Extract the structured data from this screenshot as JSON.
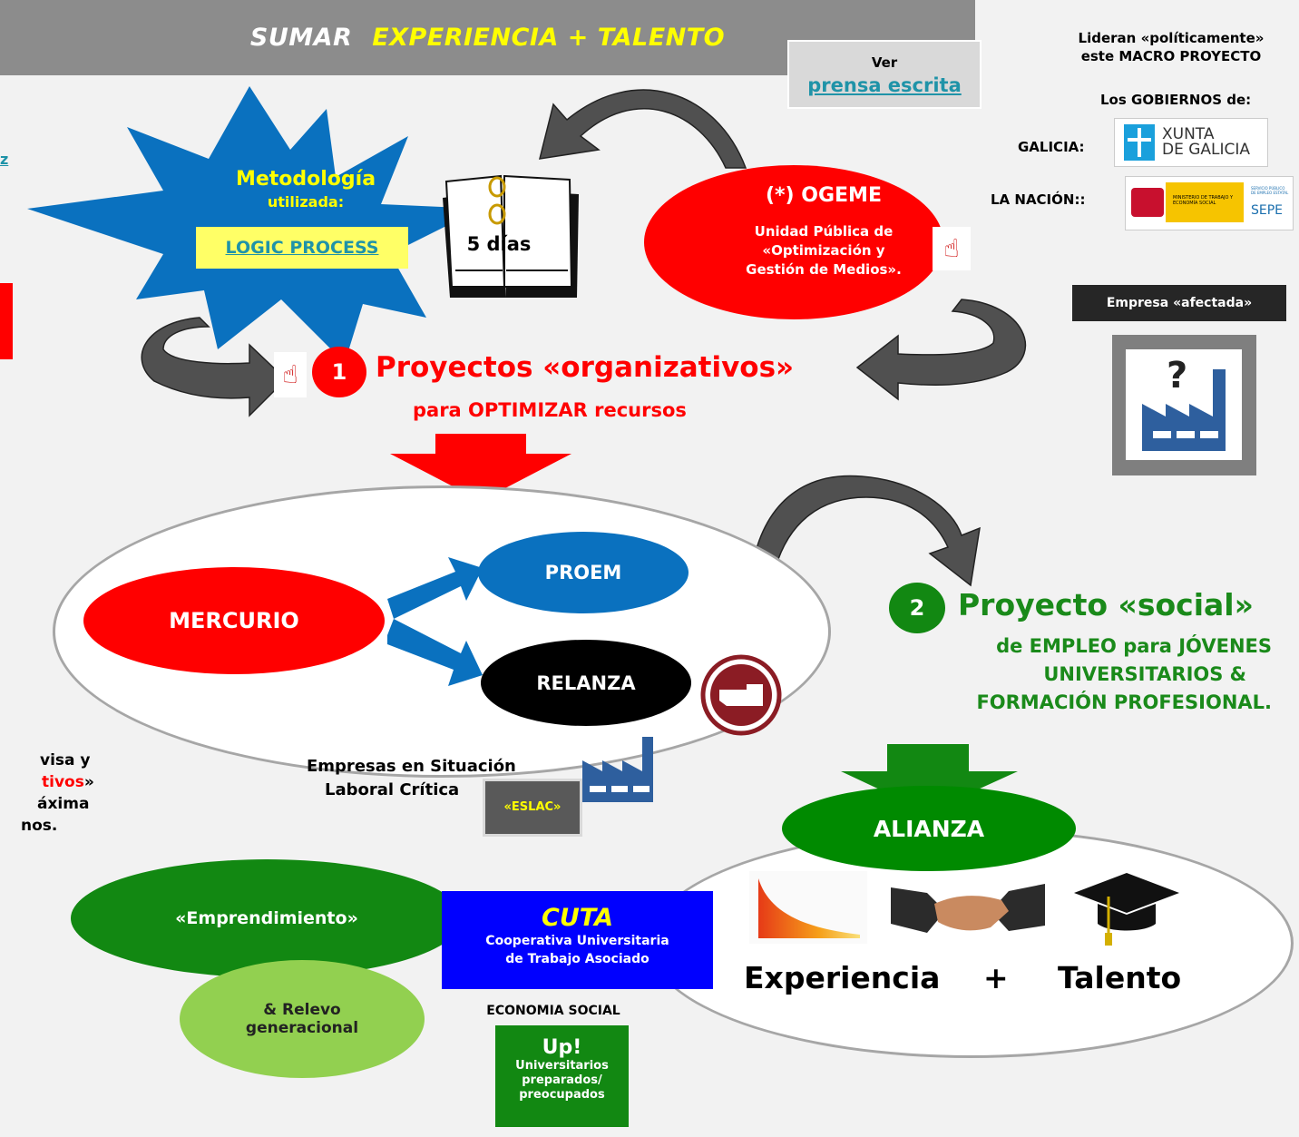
{
  "banner": {
    "part1": "SUMAR",
    "part2": "EXPERIENCIA + TALENTO"
  },
  "prensa": {
    "ver": "Ver",
    "link": "prensa escrita"
  },
  "leaders": {
    "line1": "Lideran «políticamente»",
    "line2": "este MACRO PROYECTO",
    "gobiernos": "Los GOBIERNOS de:",
    "galicia_label": "GALICIA:",
    "xunta_line1": "XUNTA",
    "xunta_line2": "DE GALICIA",
    "nacion_label": "LA NACIÓN::",
    "ministerio_text": "MINISTERIO DE TRABAJO Y ECONOMÍA SOCIAL",
    "sepe_small": "SERVICIO PÚBLICO DE EMPLEO ESTATAL",
    "sepe": "SEPE"
  },
  "metodologia": {
    "title": "Metodología",
    "sub": "utilizada:",
    "link": "LOGIC PROCESS"
  },
  "book": {
    "label": "5 días"
  },
  "ogeme": {
    "title": "(*) OGEME",
    "line1": "Unidad Pública de",
    "line2": "«Optimización y",
    "line3": "Gestión de Medios»."
  },
  "empresa_afectada": {
    "label": "Empresa «afectada»",
    "question": "?"
  },
  "step1": {
    "num": "1",
    "title": "Proyectos «organizativos»",
    "sub": "para OPTIMIZAR recursos"
  },
  "mercurio": {
    "label": "MERCURIO"
  },
  "proem": {
    "label": "PROEM"
  },
  "relanza": {
    "label": "RELANZA"
  },
  "eslac": {
    "line1": "Empresas en Situación",
    "line2": "Laboral Crítica",
    "badge": "«ESLAC»"
  },
  "left_fragment": {
    "line1": "visa  y",
    "line2_red": "tivos",
    "line2_end": "»",
    "line3": "áxima",
    "line4": "nos."
  },
  "step2": {
    "num": "2",
    "title": "Proyecto «social»",
    "line1": "de EMPLEO para JÓVENES",
    "line2": "UNIVERSITARIOS &",
    "line3": "FORMACIÓN PROFESIONAL."
  },
  "alianza": {
    "label": "ALIANZA",
    "experiencia": "Experiencia",
    "plus": "+",
    "talento": "Talento"
  },
  "emprendimiento": {
    "label": "«Emprendimiento»"
  },
  "relevo": {
    "line1_amp": "&",
    "line1": "Relevo",
    "line2": "generacional"
  },
  "cuta": {
    "title": "CUTA",
    "line1": "Cooperativa Universitaria",
    "line2": "de Trabajo Asociado"
  },
  "economia": {
    "label": "ECONOMIA SOCIAL"
  },
  "up": {
    "title": "Up!",
    "line1": "Universitarios",
    "line2": "preparados/",
    "line3": "preocupados"
  },
  "colors": {
    "red": "#ff0000",
    "blue": "#0a71bf",
    "green": "#1a8a1a",
    "dark_green": "#008a00",
    "light_green": "#92d050",
    "cuta_blue": "#0000ff",
    "yellow": "#ffff00",
    "gray": "#8c8c8c"
  }
}
